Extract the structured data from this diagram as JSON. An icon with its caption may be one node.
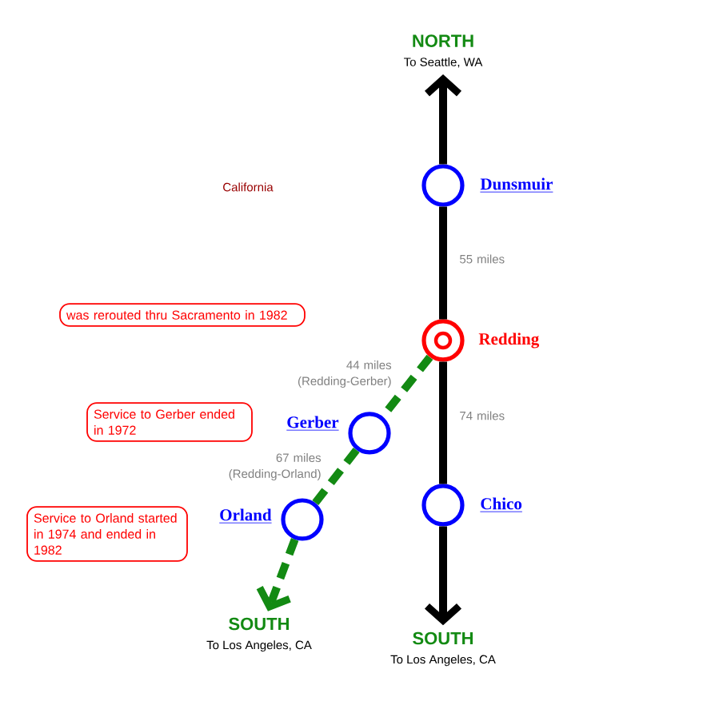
{
  "diagram": {
    "nodes": [
      {
        "text": [
          "NORTH",
          "To Seattle, WA"
        ]
      },
      {
        "text": [],
        "shape": "circle",
        "beside": [
          "Dunsmuir"
        ]
      },
      {
        "text": [],
        "shape": "target",
        "beside": [
          "Redding"
        ]
      },
      {
        "text": [],
        "shape": "circle",
        "beside": [
          "Chico"
        ]
      },
      {
        "text": [
          "SOUTH",
          "To Los Angeles, CA"
        ]
      },
      {
        "text": [],
        "shape": "circle",
        "beside": [
          "Gerber"
        ]
      },
      {
        "text": [],
        "shape": "circle",
        "beside": [
          "Orland"
        ]
      },
      {
        "text": [
          "SOUTH",
          "To Los Angeles, CA"
        ]
      },
      {
        "text": [
          "was rerouted thru Sacramento in 1982"
        ]
      },
      {
        "text": [
          "Service to Gerber ended in 1972"
        ]
      },
      {
        "text": [
          "Service to Orland started in 1974 and ended in 1982"
        ]
      }
    ],
    "edges": [
      {
        "from": 1,
        "to": 0,
        "arrow": "to"
      },
      {
        "from": 1,
        "to": 2,
        "arrow": "none",
        "label": "55 miles"
      },
      {
        "from": 2,
        "to": 3,
        "arrow": "none",
        "label": "74 miles"
      },
      {
        "from": 3,
        "to": 4,
        "arrow": "to"
      },
      {
        "from": 2,
        "to": 5,
        "arrow": "none",
        "label": "44 miles (Redding-Gerber)",
        "style": "dashed",
        "color": "#138a13"
      },
      {
        "from": 5,
        "to": 6,
        "arrow": "none",
        "label": "67 miles (Redding-Orland)",
        "style": "dashed",
        "color": "#138a13"
      },
      {
        "from": 6,
        "to": 7,
        "arrow": "to",
        "style": "dashed",
        "color": "#138a13"
      }
    ],
    "labels": [
      "California"
    ]
  }
}
